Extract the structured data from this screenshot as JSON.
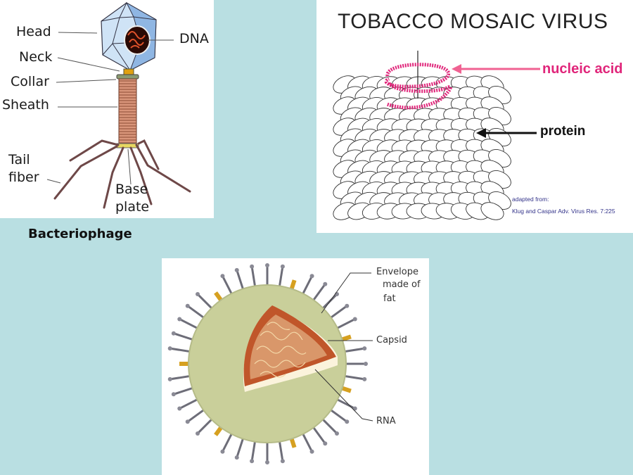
{
  "bacteriophage": {
    "caption": "Bacteriophage",
    "labels": {
      "head": "Head",
      "dna": "DNA",
      "neck": "Neck",
      "collar": "Collar",
      "sheath": "Sheath",
      "tail_fiber_line1": "Tail",
      "tail_fiber_line2": "fiber",
      "base_plate_line1": "Base",
      "base_plate_line2": "plate"
    }
  },
  "tmv": {
    "title": "TOBACCO MOSAIC VIRUS",
    "labels": {
      "nucleic_acid": "nucleic acid",
      "protein": "protein"
    },
    "source_line1": "adapted from:",
    "source_line2": "Klug and Caspar Adv. Virus Res. 7:225",
    "colors": {
      "nucleic_acid": "#e0257a",
      "source": "#33338a"
    }
  },
  "enveloped_virus": {
    "labels": {
      "envelope_line1": "Envelope",
      "envelope_line2": "made of",
      "envelope_line3": "fat",
      "capsid": "Capsid",
      "rna": "RNA"
    },
    "colors": {
      "envelope": "#c9cf9a",
      "capsid": "#c0562a",
      "rna_bg": "#d9976a",
      "spike": "#6d6d78",
      "glyco": "#d6a020"
    }
  },
  "colors": {
    "background": "#b9dfe2"
  }
}
